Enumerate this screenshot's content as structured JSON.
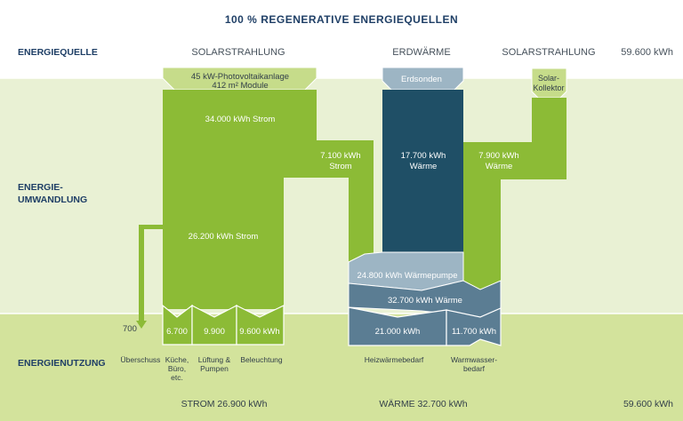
{
  "title": "100 % REGENERATIVE ENERGIEQUELLEN",
  "rows": {
    "source": "ENERGIEQUELLE",
    "conversion_line1": "ENERGIE-",
    "conversion_line2": "UMWANDLUNG",
    "usage": "ENERGIENUTZUNG"
  },
  "sources": {
    "solar_left": "SOLARSTRAHLUNG",
    "geothermal": "ERDWÄRME",
    "solar_right": "SOLARSTRAHLUNG",
    "total": "59.600 kWh"
  },
  "boxes": {
    "pv_line1": "45 kW-Photovoltaikanlage",
    "pv_line2": "412 m² Module",
    "probes": "Erdsonden",
    "collector_line1": "Solar-",
    "collector_line2": "Kollektor"
  },
  "flows": {
    "strom_total": "34.000 kWh Strom",
    "strom_to_hp_line1": "7.100 kWh",
    "strom_to_hp_line2": "Strom",
    "geo_line1": "17.700 kWh",
    "geo_line2": "Wärme",
    "solar_heat_line1": "7.900 kWh",
    "solar_heat_line2": "Wärme",
    "strom_building": "26.200 kWh Strom",
    "heatpump": "24.800 kWh Wärmepumpe",
    "heat_total": "32.700 kWh Wärme",
    "surplus_value": "700"
  },
  "usage_values": {
    "kitchen": "6.700",
    "ventilation": "9.900",
    "lighting": "9.600 kWh",
    "heating": "21.000 kWh",
    "hot_water": "11.700 kWh"
  },
  "usage_labels": {
    "surplus": "Überschuss",
    "kitchen_line1": "Küche,",
    "kitchen_line2": "Büro,",
    "kitchen_line3": "etc.",
    "ventilation_line1": "Lüftung &",
    "ventilation_line2": "Pumpen",
    "lighting": "Beleuchtung",
    "heating": "Heizwärmebedarf",
    "hot_water_line1": "Warmwasser-",
    "hot_water_line2": "bedarf"
  },
  "totals": {
    "strom": "STROM 26.900 kWh",
    "waerme": "WÄRME 32.700 kWh",
    "total": "59.600 kWh"
  },
  "colors": {
    "band_source": "#ffffff",
    "band_conversion": "#e9f1d4",
    "band_usage": "#d3e39c",
    "green_flow": "#8cbb36",
    "green_light": "#c6dc8a",
    "teal_dark": "#1f4f66",
    "blue_mid": "#5b7d93",
    "blue_light": "#9db5c4",
    "navy_text": "#1f3f66",
    "grey_text": "#47525c"
  }
}
